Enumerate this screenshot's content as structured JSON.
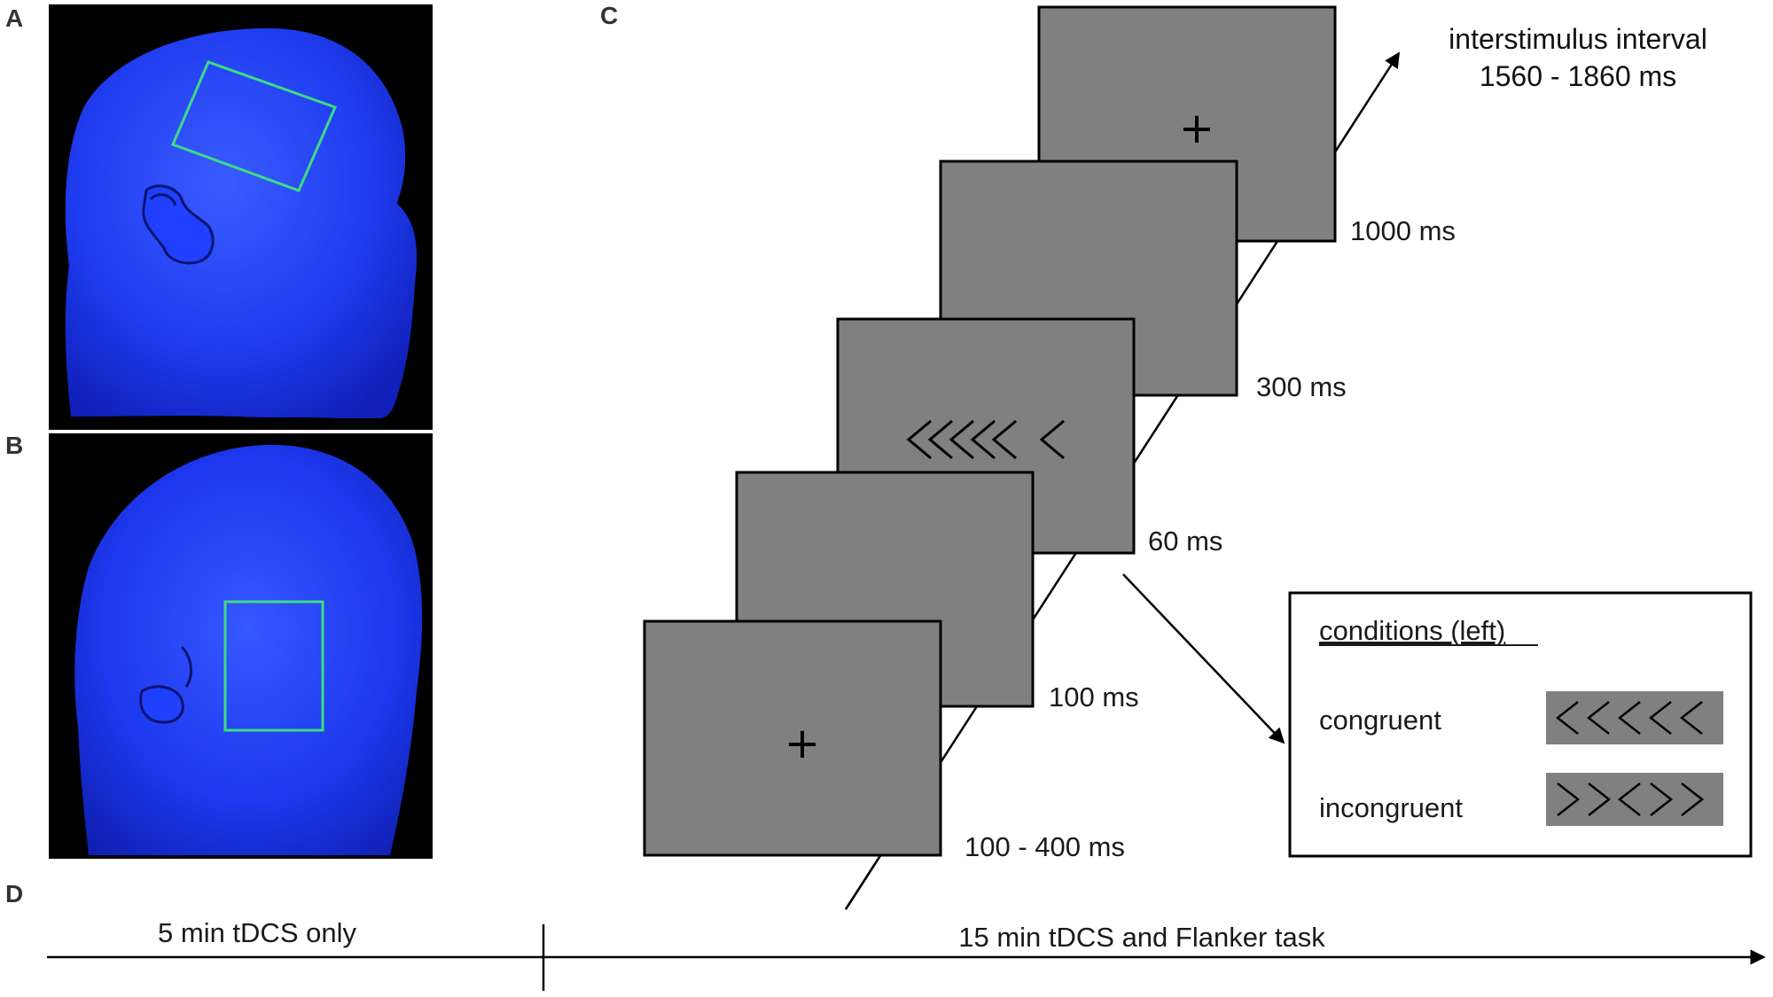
{
  "panels": {
    "a": "A",
    "b": "B",
    "c": "C",
    "d": "D"
  },
  "timing": {
    "isi_line1": "interstimulus interval",
    "isi_line2": "1560 - 1860 ms",
    "t1000": "1000 ms",
    "t300": "300 ms",
    "t60": "60 ms",
    "t100": "100 ms",
    "t100_400": "100 - 400 ms"
  },
  "screens": {
    "fixation_symbol": "+",
    "flanker_stimulus": "<<<<<"
  },
  "conditions": {
    "title": "conditions (left)",
    "congruent_label": "congruent",
    "congruent_stimulus": "<<<<<",
    "incongruent_label": "incongruent",
    "incongruent_stimulus": ">><>>"
  },
  "timeline": {
    "phase1": "5 min tDCS only",
    "phase2": "15 min tDCS and Flanker task"
  },
  "colors": {
    "screen_fill": "#808080",
    "head_blue": "#1f3cff",
    "electrode_outline": "#3ddc84",
    "image_bg": "#000000"
  }
}
